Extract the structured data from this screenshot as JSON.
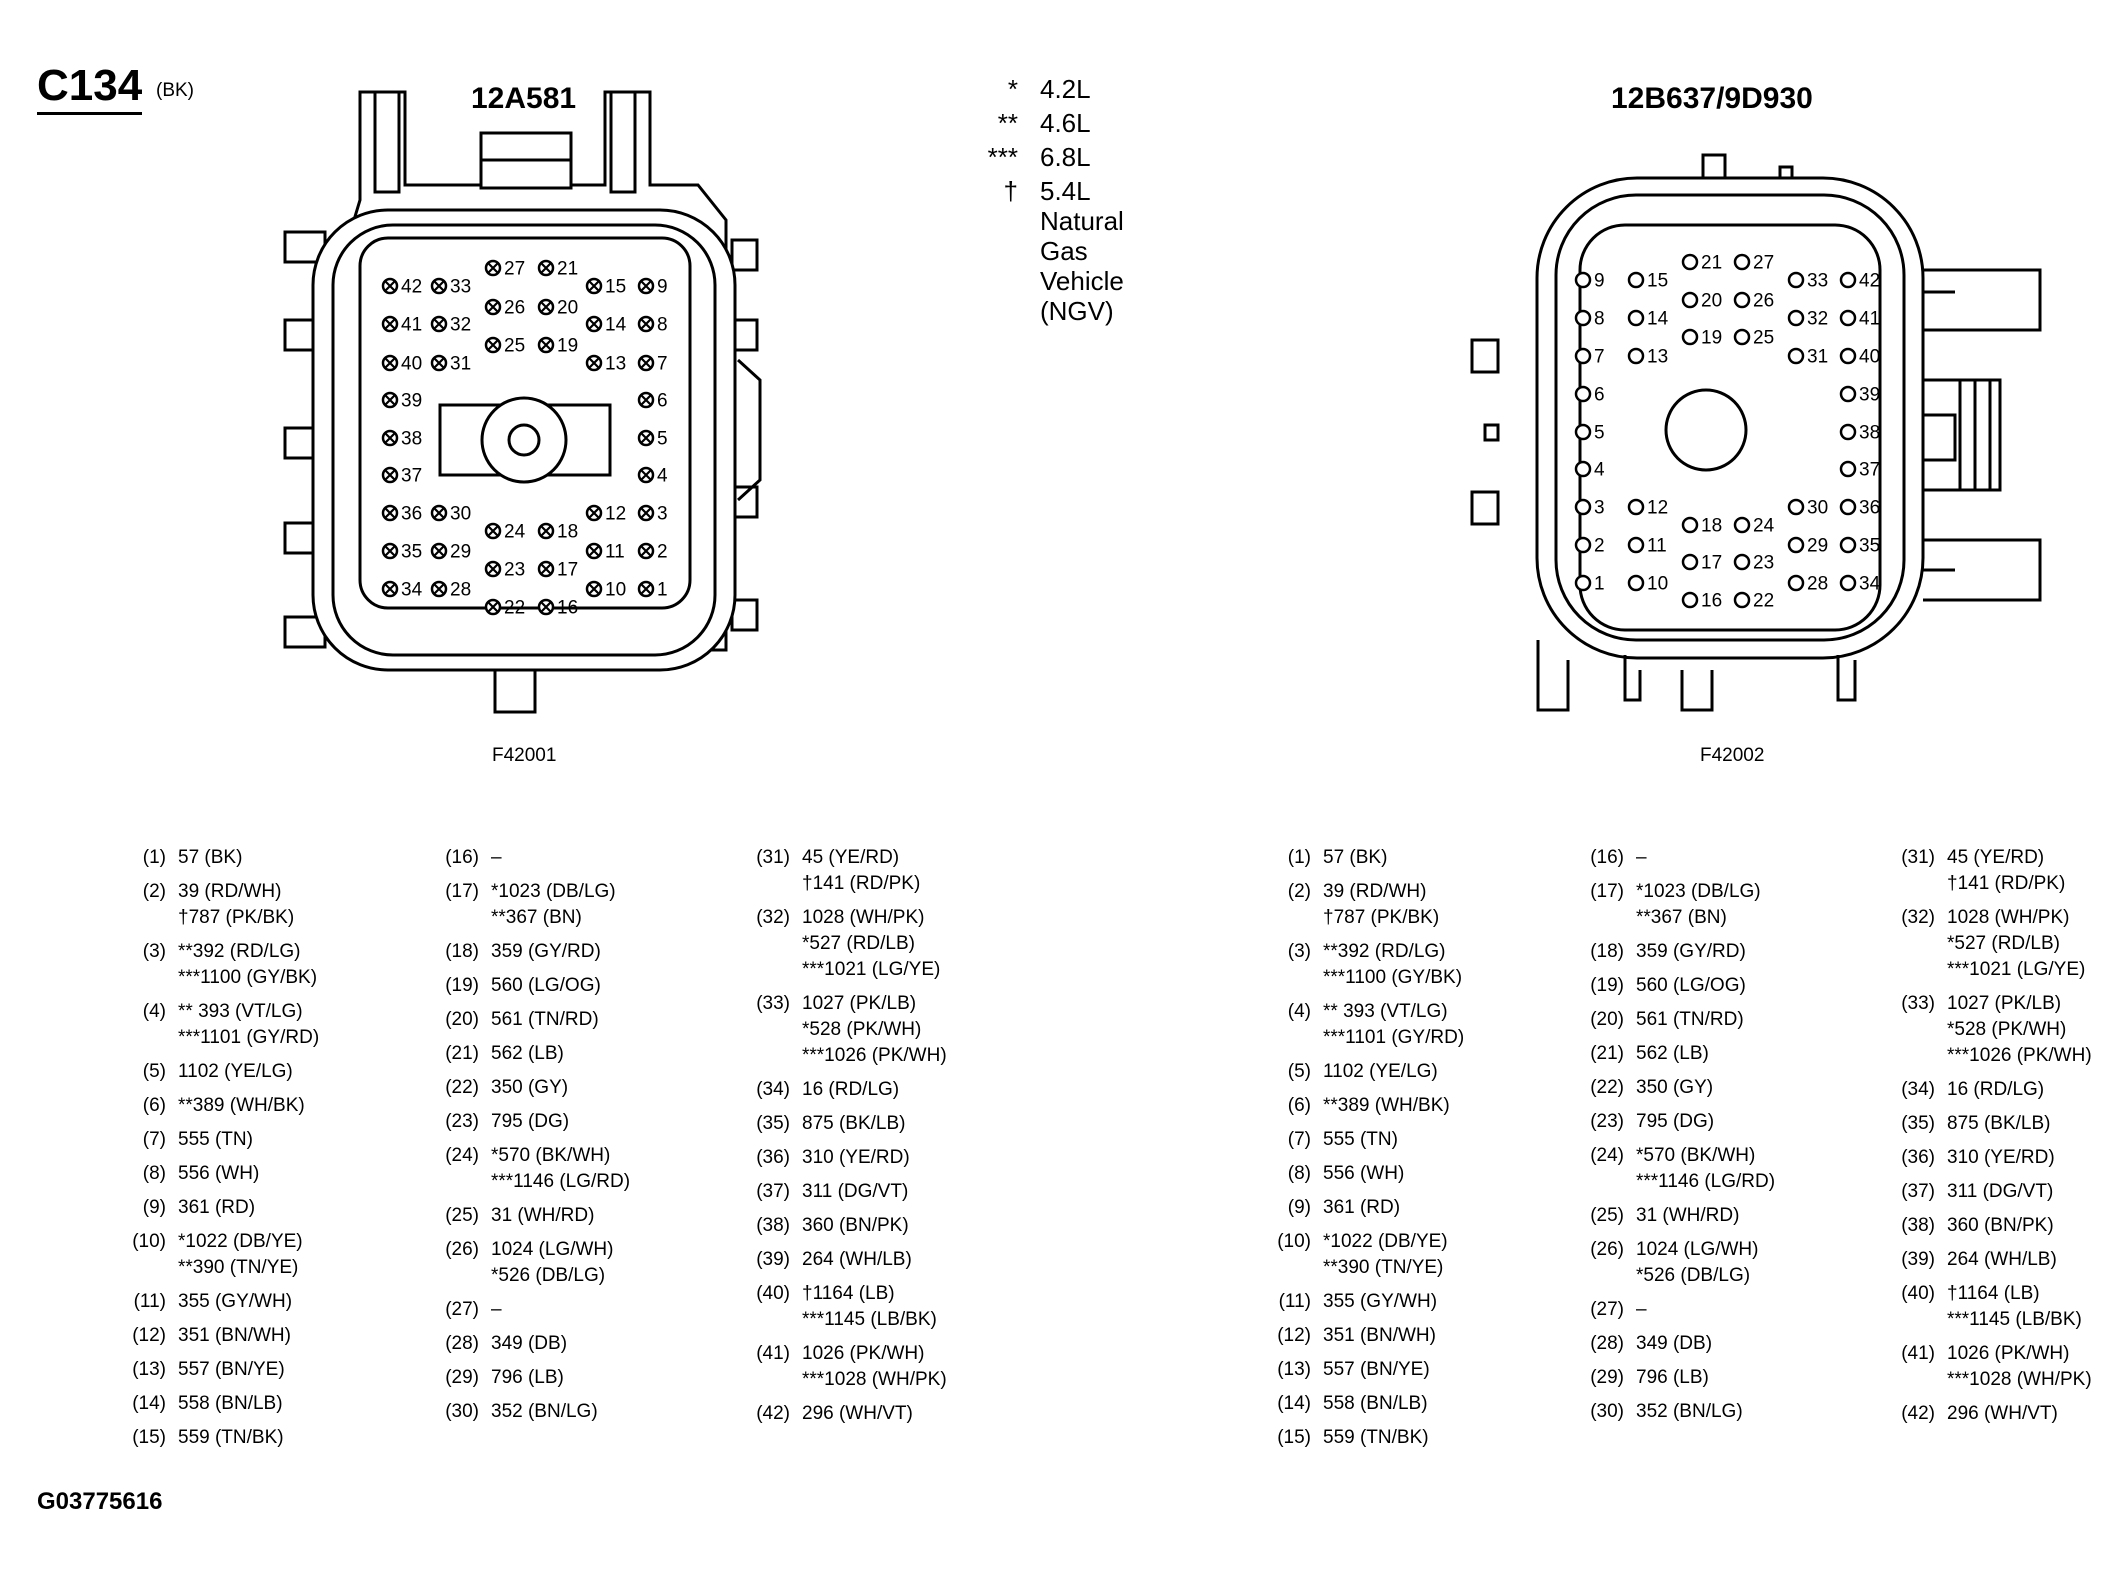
{
  "header": {
    "connector_id": "C134",
    "connector_color": "(BK)"
  },
  "legend": [
    {
      "symbol": "*",
      "text": "4.2L"
    },
    {
      "symbol": "**",
      "text": "4.6L"
    },
    {
      "symbol": "***",
      "text": "6.8L"
    },
    {
      "symbol": "†",
      "text": "5.4L Natural Gas Vehicle (NGV)"
    }
  ],
  "connectors": [
    {
      "part_number": "12A581",
      "figure_id": "F42001"
    },
    {
      "part_number": "12B637/9D930",
      "figure_id": "F42002"
    }
  ],
  "pin_table": {
    "col1": [
      {
        "pin": "(1)",
        "lines": [
          "57 (BK)"
        ]
      },
      {
        "pin": "(2)",
        "lines": [
          "39 (RD/WH)",
          "†787 (PK/BK)"
        ]
      },
      {
        "pin": "(3)",
        "lines": [
          "**392 (RD/LG)",
          "***1100 (GY/BK)"
        ]
      },
      {
        "pin": "(4)",
        "lines": [
          "** 393 (VT/LG)",
          "***1101 (GY/RD)"
        ]
      },
      {
        "pin": "(5)",
        "lines": [
          "1102 (YE/LG)"
        ]
      },
      {
        "pin": "(6)",
        "lines": [
          "**389 (WH/BK)"
        ]
      },
      {
        "pin": "(7)",
        "lines": [
          "555 (TN)"
        ]
      },
      {
        "pin": "(8)",
        "lines": [
          "556 (WH)"
        ]
      },
      {
        "pin": "(9)",
        "lines": [
          "361 (RD)"
        ]
      },
      {
        "pin": "(10)",
        "lines": [
          "*1022 (DB/YE)",
          "**390 (TN/YE)"
        ]
      },
      {
        "pin": "(11)",
        "lines": [
          "355 (GY/WH)"
        ]
      },
      {
        "pin": "(12)",
        "lines": [
          "351 (BN/WH)"
        ]
      },
      {
        "pin": "(13)",
        "lines": [
          "557 (BN/YE)"
        ]
      },
      {
        "pin": "(14)",
        "lines": [
          "558 (BN/LB)"
        ]
      },
      {
        "pin": "(15)",
        "lines": [
          "559 (TN/BK)"
        ]
      }
    ],
    "col2": [
      {
        "pin": "(16)",
        "lines": [
          "–"
        ]
      },
      {
        "pin": "(17)",
        "lines": [
          "*1023 (DB/LG)",
          "**367 (BN)"
        ]
      },
      {
        "pin": "(18)",
        "lines": [
          "359 (GY/RD)"
        ]
      },
      {
        "pin": "(19)",
        "lines": [
          "560 (LG/OG)"
        ]
      },
      {
        "pin": "(20)",
        "lines": [
          "561 (TN/RD)"
        ]
      },
      {
        "pin": "(21)",
        "lines": [
          "562 (LB)"
        ]
      },
      {
        "pin": "(22)",
        "lines": [
          "350 (GY)"
        ]
      },
      {
        "pin": "(23)",
        "lines": [
          "795 (DG)"
        ]
      },
      {
        "pin": "(24)",
        "lines": [
          "*570 (BK/WH)",
          "***1146 (LG/RD)"
        ]
      },
      {
        "pin": "(25)",
        "lines": [
          "31 (WH/RD)"
        ]
      },
      {
        "pin": "(26)",
        "lines": [
          "1024 (LG/WH)",
          "*526 (DB/LG)"
        ]
      },
      {
        "pin": "(27)",
        "lines": [
          "–"
        ]
      },
      {
        "pin": "(28)",
        "lines": [
          "349 (DB)"
        ]
      },
      {
        "pin": "(29)",
        "lines": [
          "796 (LB)"
        ]
      },
      {
        "pin": "(30)",
        "lines": [
          "352 (BN/LG)"
        ]
      }
    ],
    "col3": [
      {
        "pin": "(31)",
        "lines": [
          "45 (YE/RD)",
          "†141 (RD/PK)"
        ]
      },
      {
        "pin": "(32)",
        "lines": [
          "1028 (WH/PK)",
          "*527 (RD/LB)",
          "***1021 (LG/YE)"
        ]
      },
      {
        "pin": "(33)",
        "lines": [
          "1027 (PK/LB)",
          "*528 (PK/WH)",
          "***1026 (PK/WH)"
        ]
      },
      {
        "pin": "(34)",
        "lines": [
          "16 (RD/LG)"
        ]
      },
      {
        "pin": "(35)",
        "lines": [
          "875 (BK/LB)"
        ]
      },
      {
        "pin": "(36)",
        "lines": [
          "310 (YE/RD)"
        ]
      },
      {
        "pin": "(37)",
        "lines": [
          "311 (DG/VT)"
        ]
      },
      {
        "pin": "(38)",
        "lines": [
          "360 (BN/PK)"
        ]
      },
      {
        "pin": "(39)",
        "lines": [
          "264 (WH/LB)"
        ]
      },
      {
        "pin": "(40)",
        "lines": [
          "†1164 (LB)",
          "***1145 (LB/BK)"
        ]
      },
      {
        "pin": "(41)",
        "lines": [
          "1026 (PK/WH)",
          "***1028 (WH/PK)"
        ]
      },
      {
        "pin": "(42)",
        "lines": [
          "296 (WH/VT)"
        ]
      }
    ]
  },
  "footer": {
    "graphic_id": "G03775616"
  }
}
